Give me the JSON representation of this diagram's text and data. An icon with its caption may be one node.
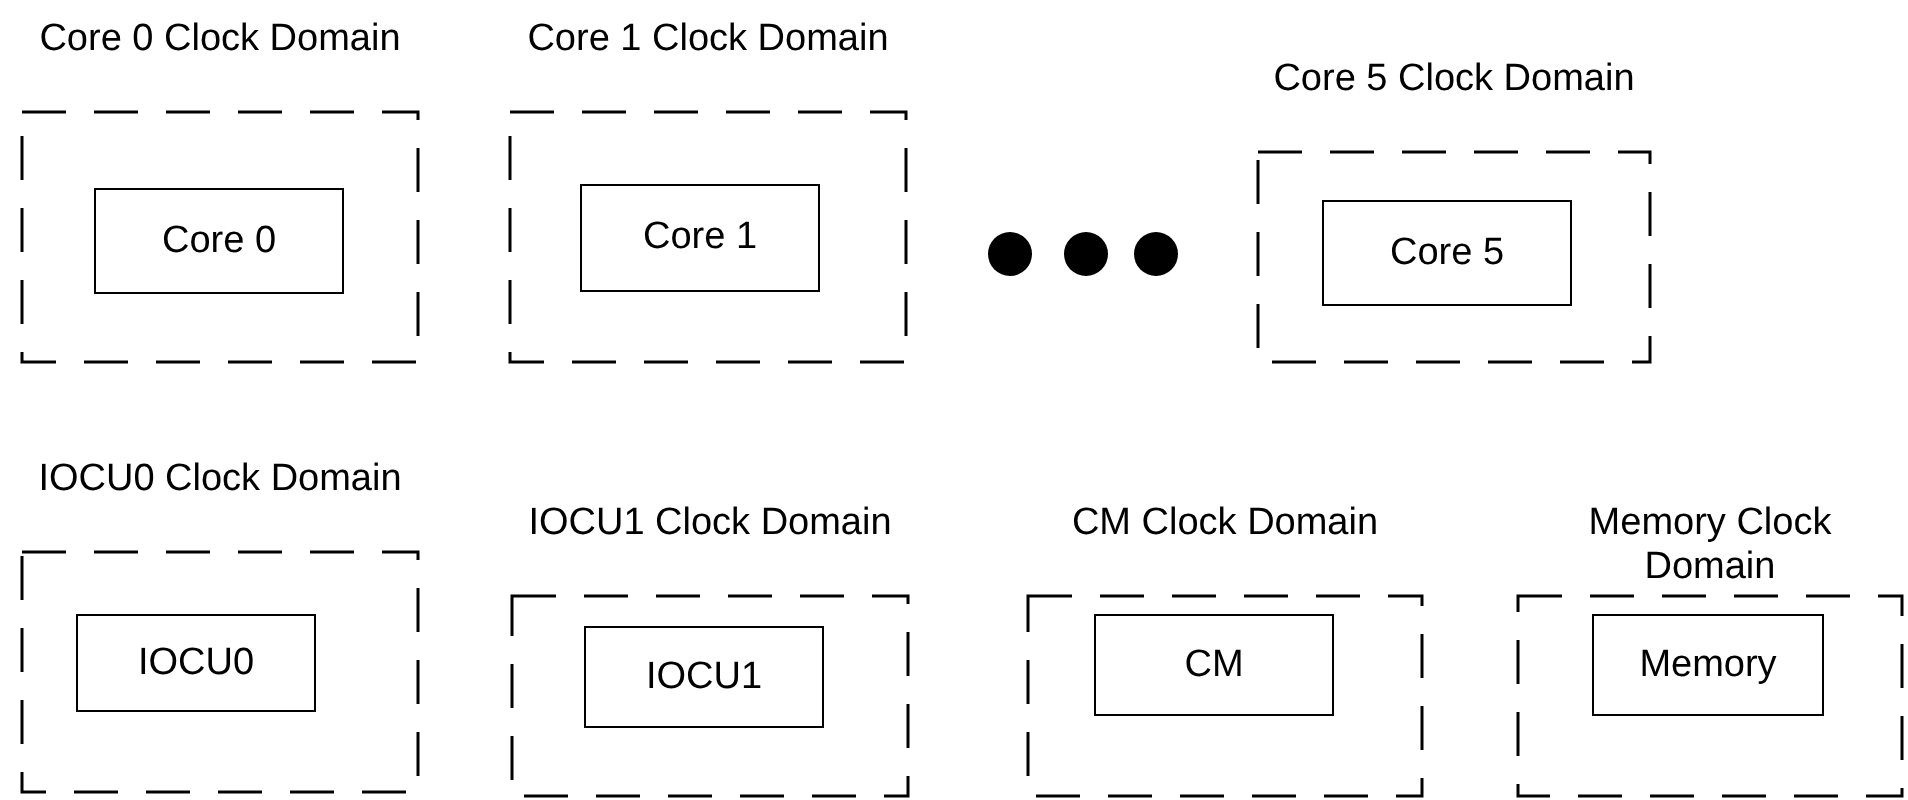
{
  "diagram": {
    "nodes": [
      {
        "text": [
          "Core 0 Clock Domain"
        ]
      },
      {
        "text": [
          "Core 0"
        ],
        "in": 0
      },
      {
        "text": [
          "Core 1 Clock Domain"
        ]
      },
      {
        "text": [
          "Core 1"
        ],
        "in": 2
      },
      {
        "text": [
          "Core 5 Clock Domain"
        ]
      },
      {
        "text": [
          "Core 5"
        ],
        "in": 4
      },
      {
        "text": [
          "IOCU0 Clock Domain"
        ]
      },
      {
        "text": [
          "IOCU0"
        ],
        "in": 6
      },
      {
        "text": [
          "IOCU1 Clock Domain"
        ]
      },
      {
        "text": [
          "IOCU1"
        ],
        "in": 8
      },
      {
        "text": [
          "CM Clock Domain"
        ]
      },
      {
        "text": [
          "CM"
        ],
        "in": 10
      },
      {
        "text": [
          "Memory Clock Domain"
        ]
      },
      {
        "text": [
          "Memory"
        ],
        "in": 12
      }
    ]
  }
}
